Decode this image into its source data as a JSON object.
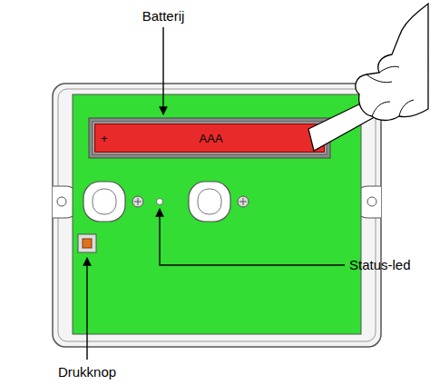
{
  "diagram": {
    "nodes": [
      {
        "text": [
          "+",
          "AAA",
          "-"
        ]
      }
    ],
    "labels": [
      "Batterij",
      "Status-led",
      "Drukknop"
    ]
  }
}
